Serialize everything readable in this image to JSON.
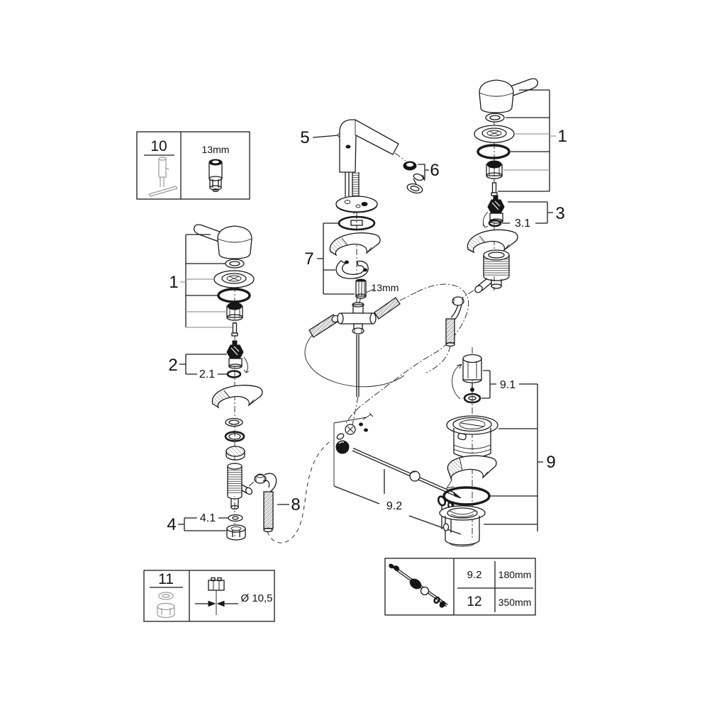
{
  "page": {
    "background": "#ffffff",
    "line_color": "#1a1a1a",
    "muted_color": "#9a9a9a",
    "description": "Exploded spare-parts diagram of a three-hole basin mixer tap with pop-up waste"
  },
  "callouts": {
    "right_handle_assembly": "1",
    "left_handle_assembly": "1",
    "left_cartridge": "2",
    "left_cartridge_oring": "2.1",
    "right_cartridge": "3",
    "right_cartridge_oring": "3.1",
    "mounting_nut_group": "4",
    "mounting_washer": "4.1",
    "spout": "5",
    "aerator": "6",
    "spout_mounting_set": "7",
    "connection_hose": "8",
    "waste_assembly": "9",
    "waste_plug_group": "9.1",
    "pull_rod_group": "9.2"
  },
  "dimensions": {
    "center_adapter": "13mm"
  },
  "boxes": {
    "tool": {
      "item_no": "10",
      "socket_size": "13mm"
    },
    "fastener": {
      "item_no": "11",
      "diameter": "Ø 10,5"
    },
    "rod": {
      "rows": [
        {
          "item_no": "9.2",
          "length": "180mm"
        },
        {
          "item_no": "12",
          "length": "350mm"
        }
      ]
    }
  }
}
